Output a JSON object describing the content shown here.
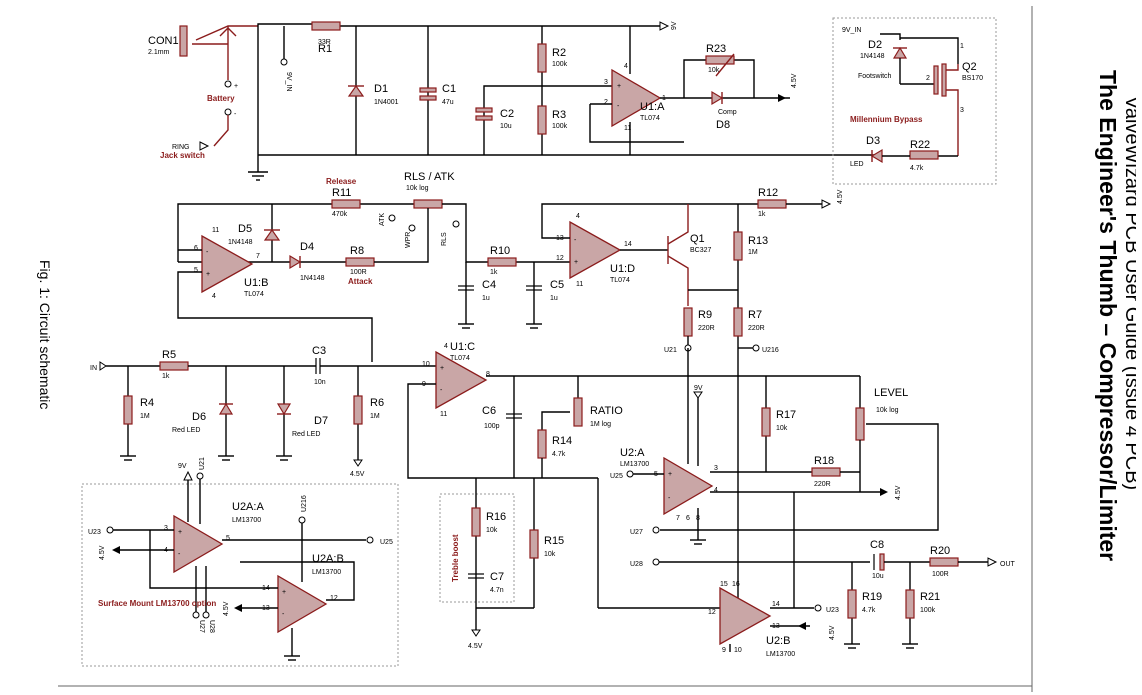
{
  "schematic": {
    "caption": "Fig. 1: Circuit schematic",
    "title_bold": "The Engineer's Thumb – Compressor/Limiter",
    "title_sub": "ValveWizard PCB User Guide (Issue 4 PCB)",
    "blocks": {
      "bypass": "Millennium Bypass",
      "smd": "Surface Mount LM13700 option",
      "treble": "Treble boost",
      "battery": "Battery",
      "jack": "Jack switch",
      "release": "Release",
      "attack": "Attack"
    },
    "nets": {
      "v9": "9V",
      "v9in": "9V_IN",
      "v45": "4.5V",
      "ring": "RING",
      "in": "IN",
      "out": "OUT",
      "u21": "U21",
      "u23": "U23",
      "u25": "U25",
      "u27": "U27",
      "u28": "U28",
      "u216": "U216",
      "atk": "ATK",
      "wpr": "WPR",
      "rls": "RLS"
    },
    "components": {
      "con1": {
        "ref": "CON1",
        "val": "2.1mm"
      },
      "r1": {
        "ref": "R1",
        "val": "33R"
      },
      "d1": {
        "ref": "D1",
        "val": "1N4001"
      },
      "c1": {
        "ref": "C1",
        "val": "47u"
      },
      "r2": {
        "ref": "R2",
        "val": "100k"
      },
      "r3": {
        "ref": "R3",
        "val": "100k"
      },
      "c2": {
        "ref": "C2",
        "val": "10u"
      },
      "u1a": {
        "ref": "U1:A",
        "val": "TL074"
      },
      "r23": {
        "ref": "R23",
        "val": "10k"
      },
      "d8": {
        "ref": "D8",
        "val": "Comp"
      },
      "d2": {
        "ref": "D2",
        "val": "1N4148"
      },
      "q2": {
        "ref": "Q2",
        "val": "BS170"
      },
      "footsw": {
        "val": "Footswitch"
      },
      "d3": {
        "ref": "D3",
        "val": "LED"
      },
      "r22": {
        "ref": "R22",
        "val": "4.7k"
      },
      "r11": {
        "ref": "R11",
        "val": "470k"
      },
      "rlsatk": {
        "ref": "RLS / ATK",
        "val": "10k log"
      },
      "d5": {
        "ref": "D5",
        "val": "1N4148"
      },
      "d4": {
        "ref": "D4",
        "val": "1N4148"
      },
      "r8": {
        "ref": "R8",
        "val": "100R"
      },
      "u1b": {
        "ref": "U1:B",
        "val": "TL074"
      },
      "r10": {
        "ref": "R10",
        "val": "1k"
      },
      "c4": {
        "ref": "C4",
        "val": "1u"
      },
      "c5": {
        "ref": "C5",
        "val": "1u"
      },
      "u1d": {
        "ref": "U1:D",
        "val": "TL074"
      },
      "r12": {
        "ref": "R12",
        "val": "1k"
      },
      "q1": {
        "ref": "Q1",
        "val": "BC327"
      },
      "r13": {
        "ref": "R13",
        "val": "1M"
      },
      "r9": {
        "ref": "R9",
        "val": "220R"
      },
      "r7": {
        "ref": "R7",
        "val": "220R"
      },
      "r5": {
        "ref": "R5",
        "val": "1k"
      },
      "c3": {
        "ref": "C3",
        "val": "10n"
      },
      "r4": {
        "ref": "R4",
        "val": "1M"
      },
      "d6": {
        "ref": "D6",
        "val": "Red LED"
      },
      "d7": {
        "ref": "D7",
        "val": "Red LED"
      },
      "r6": {
        "ref": "R6",
        "val": "1M"
      },
      "u1c": {
        "ref": "U1:C",
        "val": "TL074"
      },
      "c6": {
        "ref": "C6",
        "val": "100p"
      },
      "ratio": {
        "ref": "RATIO",
        "val": "1M log"
      },
      "r14": {
        "ref": "R14",
        "val": "4.7k"
      },
      "level": {
        "ref": "LEVEL",
        "val": "10k log"
      },
      "r17": {
        "ref": "R17",
        "val": "10k"
      },
      "r18": {
        "ref": "R18",
        "val": "220R"
      },
      "u2a": {
        "ref": "U2:A",
        "val": "LM13700"
      },
      "r16": {
        "ref": "R16",
        "val": "10k"
      },
      "c7": {
        "ref": "C7",
        "val": "4.7n"
      },
      "r15": {
        "ref": "R15",
        "val": "10k"
      },
      "c8": {
        "ref": "C8",
        "val": "10u"
      },
      "r20": {
        "ref": "R20",
        "val": "100R"
      },
      "r19": {
        "ref": "R19",
        "val": "4.7k"
      },
      "r21": {
        "ref": "R21",
        "val": "100k"
      },
      "u2b": {
        "ref": "U2:B",
        "val": "LM13700"
      },
      "u2aa": {
        "ref": "U2A:A",
        "val": "LM13700"
      },
      "u2ab": {
        "ref": "U2A:B",
        "val": "LM13700"
      }
    }
  }
}
